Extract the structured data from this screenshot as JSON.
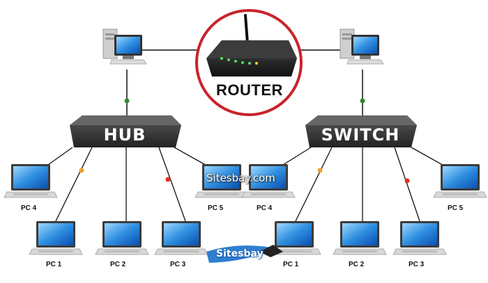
{
  "router": {
    "label": "ROUTER"
  },
  "hub": {
    "label": "HUB"
  },
  "switch": {
    "label": "SWITCH"
  },
  "hub_pcs": [
    "PC 4",
    "PC 1",
    "PC 2",
    "PC 3",
    "PC 5"
  ],
  "switch_pcs": [
    "PC 4",
    "PC 1",
    "PC 2",
    "PC 3",
    "PC 5"
  ],
  "watermarks": {
    "top": "Sitesbay.com",
    "bottom": "Sitesbay"
  },
  "colors": {
    "router_ring": "#c8242b",
    "box_fill": "#3a3a3a",
    "link_green": "#2e8b2e",
    "link_orange": "#f0a030",
    "link_red": "#e03020"
  }
}
